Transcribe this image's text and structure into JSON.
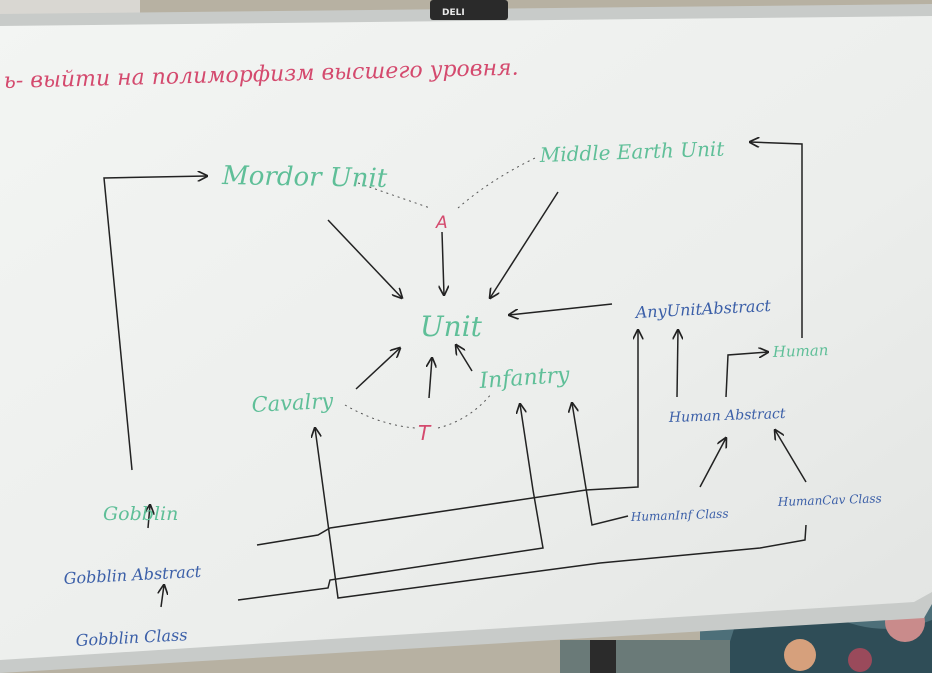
{
  "photo_subject": "Hand-drawn class diagram on a whiteboard",
  "marker_brand": "DELI",
  "colors": {
    "board": "#eef0ee",
    "frame": "#c9ccca",
    "red_marker": "#d44a6e",
    "green_marker": "#5fbf98",
    "blue_marker": "#3b5fa8",
    "black_marker": "#222222"
  },
  "header_text": "ь- выйти на полиморфизм высшего уровня.",
  "nodes": {
    "mordor_unit": "Mordor Unit",
    "middle_earth_unit": "Middle Earth Unit",
    "unit": "Unit",
    "cavalry": "Cavalry",
    "infantry": "Infantry",
    "any_unit_abstract": "AnyUnitAbstract",
    "human": "Human",
    "human_abstract": "Human Abstract",
    "human_inf_class": "HumanInf Class",
    "human_cav_class": "HumanCav Class",
    "gobblin": "Gobblin",
    "gobblin_abstract": "Gobblin Abstract",
    "gobblin_class": "Gobblin Class",
    "marker_a": "A",
    "marker_t": "T"
  }
}
